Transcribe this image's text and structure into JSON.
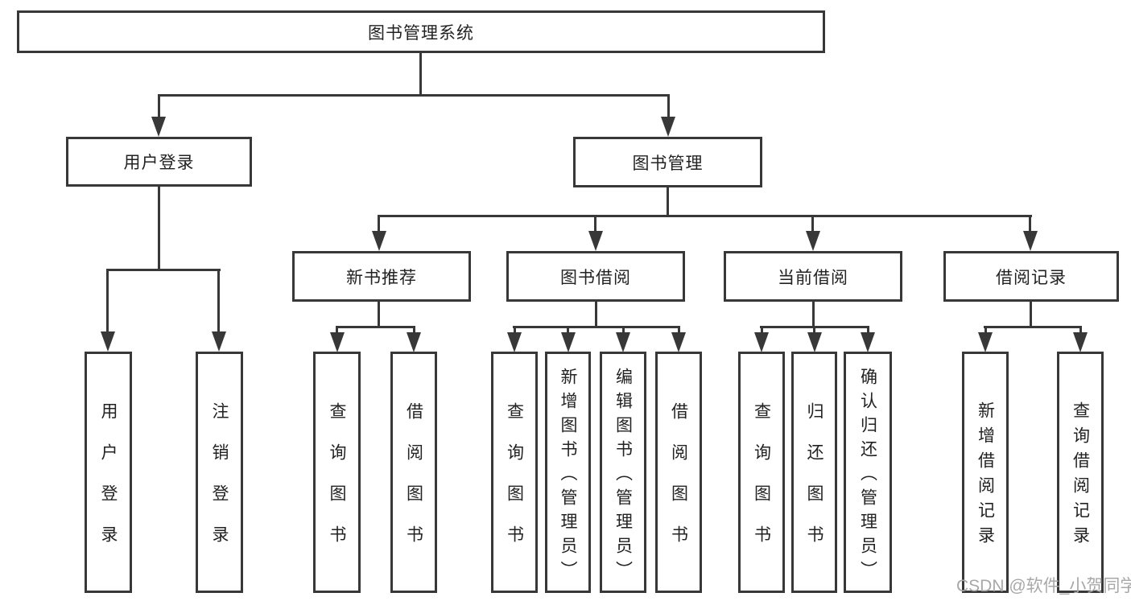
{
  "colors": {
    "line": "#383838",
    "box_border": "#383838",
    "text": "#222222",
    "watermark": "#a8a8a8",
    "background": "#ffffff"
  },
  "root": {
    "label": "图书管理系统"
  },
  "branches": [
    {
      "label": "用户登录"
    },
    {
      "label": "图书管理"
    }
  ],
  "modules": [
    {
      "label": "新书推荐"
    },
    {
      "label": "图书借阅"
    },
    {
      "label": "当前借阅"
    },
    {
      "label": "借阅记录"
    }
  ],
  "leaves": {
    "user": [
      "用户登录",
      "注销登录"
    ],
    "recommend": [
      "查询图书",
      "借阅图书"
    ],
    "borrow": [
      "查询图书",
      "新增图书（管理员）",
      "编辑图书（管理员）",
      "借阅图书"
    ],
    "current": [
      "查询图书",
      "归还图书",
      "确认归还（管理员）"
    ],
    "records": [
      "新增借阅记录",
      "查询借阅记录"
    ]
  },
  "watermark": "CSDN @软件_小贺同学"
}
